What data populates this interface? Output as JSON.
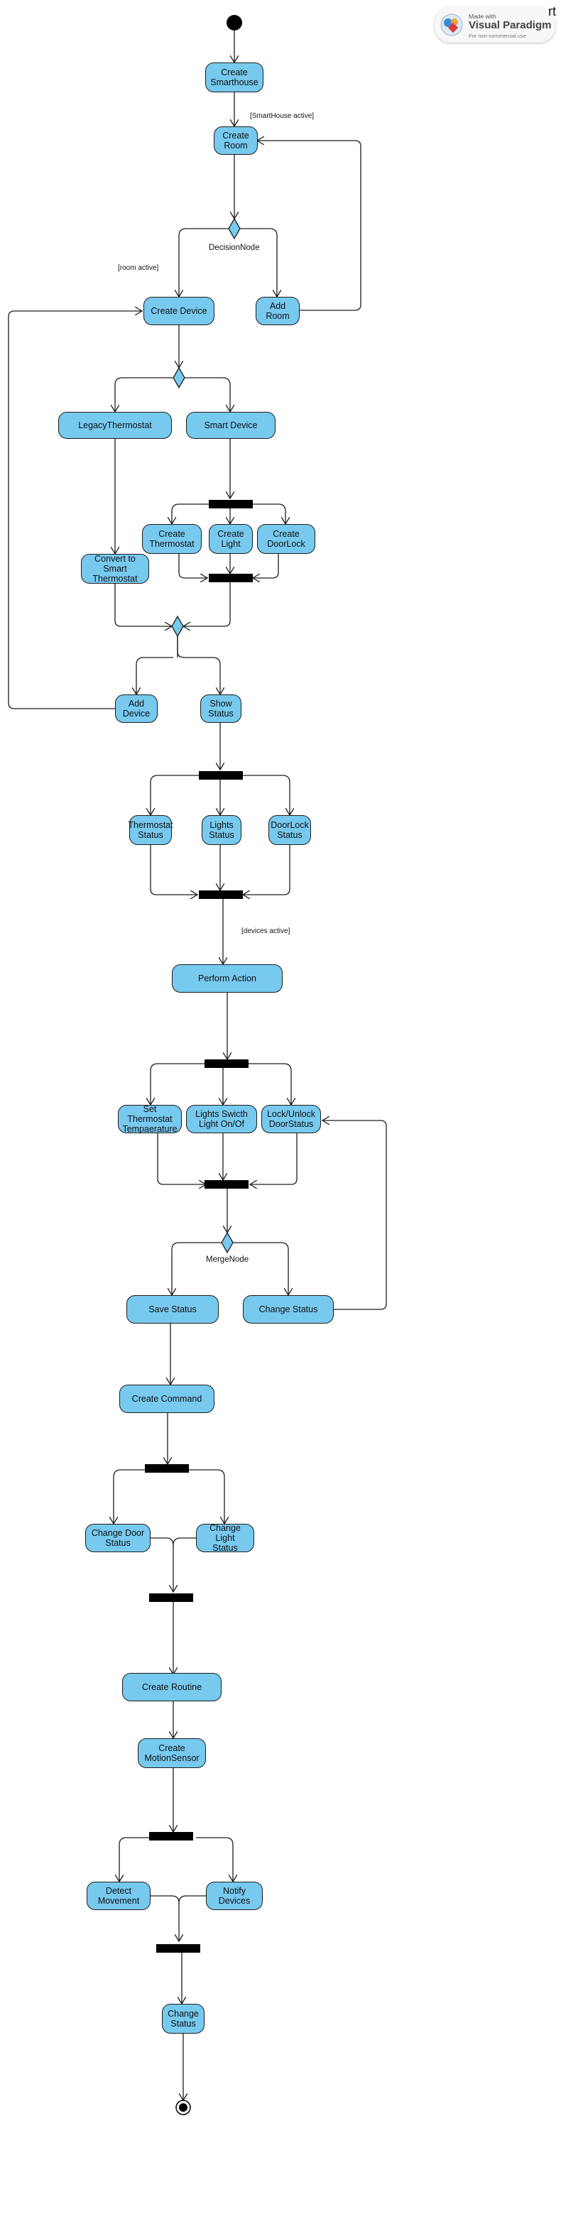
{
  "nodes": {
    "create_smarthouse": "Create\nSmarthouse",
    "create_room": "Create\nRoom",
    "create_device": "Create Device",
    "add_room": "Add Room",
    "legacy_thermostat": "LegacyThermostat",
    "smart_device": "Smart Device",
    "create_thermostat": "Create\nThermostat",
    "create_light": "Create\nLight",
    "create_doorlock": "Create\nDoorLock",
    "convert_to_smart": "Convert to Smart\nThermostat",
    "add_device": "Add\nDevice",
    "show_status": "Show\nStatus",
    "thermostat_status": "Thermostat\nStatus",
    "lights_status": "Lights\nStatus",
    "doorlock_status": "DoorLock\nStatus",
    "perform_action": "Perform Action",
    "set_thermostat": "Set Thermostat\nTempaerature",
    "lights_switch": "Lights Swicth\nLight On/Of",
    "lock_unlock": "Lock/Unlock\nDoorStatus",
    "save_status": "Save Status",
    "change_status_1": "Change Status",
    "create_command": "Create Command",
    "change_door_status": "Change Door\nStatus",
    "change_light_status": "Change Light\nStatus",
    "create_routine": "Create Routine",
    "create_motionsensor": "Create\nMotionSensor",
    "detect_movement": "Detect\nMovement",
    "notify_devices": "Notify Devices",
    "change_status_2": "Change\nStatus"
  },
  "labels": {
    "smarthouse_active": "[SmartHouse active]",
    "decision_node": "DecisionNode",
    "room_active": "[room active]",
    "devices_active": "[devices active]",
    "merge_node": "MergeNode"
  },
  "watermark": {
    "made_with": "Made with",
    "brand": "Visual Paradigm",
    "sub": "For non-commercial use",
    "corner": "rt"
  },
  "colors": {
    "node_fill": "#77c9ee",
    "stroke": "#1d1d1d",
    "bar": "#000000"
  }
}
